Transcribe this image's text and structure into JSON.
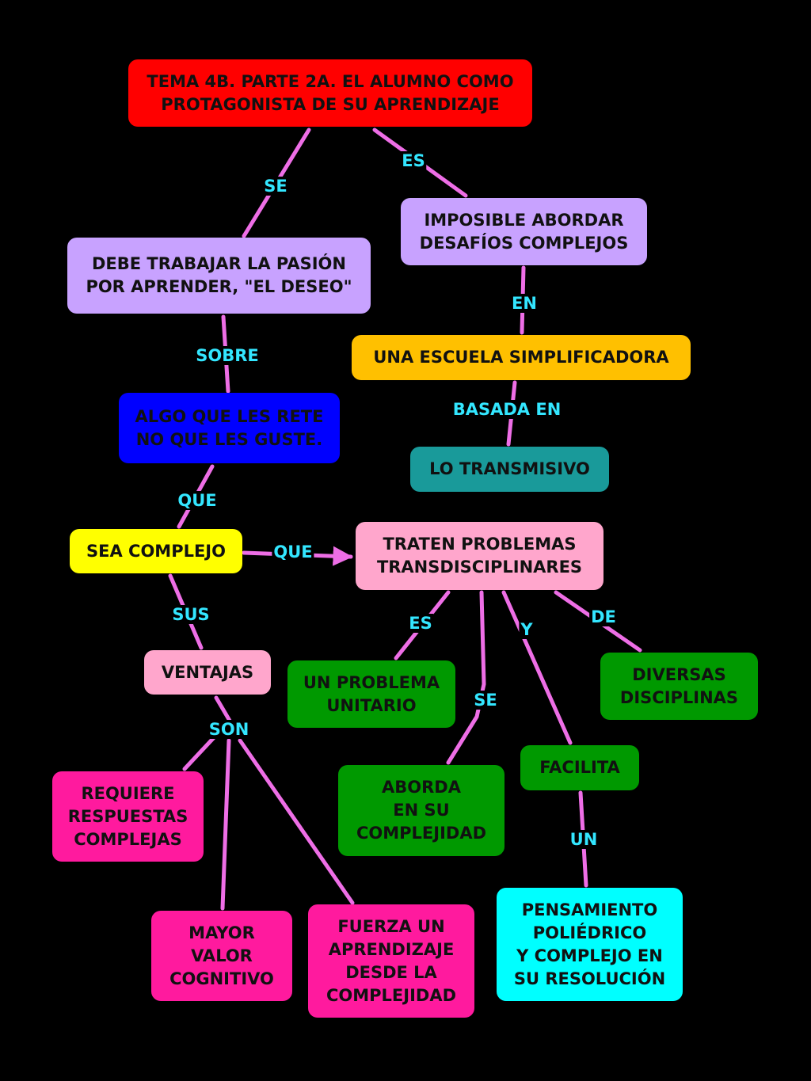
{
  "diagram": {
    "colors": {
      "connector": "#ee6ee6",
      "label_text": "#33e6ff",
      "background": "#000000"
    },
    "nodes": [
      {
        "id": "title",
        "text": "TEMA 4B. PARTE 2A. EL ALUMNO COMO\nPROTAGONISTA DE SU APRENDIZAJE",
        "fill": "#ff0000"
      },
      {
        "id": "pasion",
        "text": "DEBE TRABAJAR LA PASIÓN\nPOR APRENDER, \"EL DESEO\"",
        "fill": "#c8a2ff"
      },
      {
        "id": "imposible",
        "text": "IMPOSIBLE ABORDAR\nDESAFÍOS COMPLEJOS",
        "fill": "#c8a2ff"
      },
      {
        "id": "escuela",
        "text": "UNA ESCUELA SIMPLIFICADORA",
        "fill": "#ffc000"
      },
      {
        "id": "transmisivo",
        "text": "LO TRANSMISIVO",
        "fill": "#199a9a"
      },
      {
        "id": "rete",
        "text": "ALGO QUE LES RETE\nNO QUE LES GUSTE.",
        "fill": "#0000ff"
      },
      {
        "id": "complejo",
        "text": "SEA COMPLEJO",
        "fill": "#ffff00"
      },
      {
        "id": "traten",
        "text": "TRATEN PROBLEMAS\nTRANSDISCIPLINARES",
        "fill": "#ffa6cc"
      },
      {
        "id": "ventajas",
        "text": "VENTAJAS",
        "fill": "#ffa6cc"
      },
      {
        "id": "unitario",
        "text": "UN PROBLEMA\nUNITARIO",
        "fill": "#009900"
      },
      {
        "id": "diversas",
        "text": "DIVERSAS\nDISCIPLINAS",
        "fill": "#009900"
      },
      {
        "id": "aborda",
        "text": "ABORDA\nEN SU\nCOMPLEJIDAD",
        "fill": "#009900"
      },
      {
        "id": "facilita",
        "text": "FACILITA",
        "fill": "#009900"
      },
      {
        "id": "requiere",
        "text": "REQUIERE\nRESPUESTAS\nCOMPLEJAS",
        "fill": "#ff1a9e"
      },
      {
        "id": "mayor",
        "text": "MAYOR\nVALOR\nCOGNITIVO",
        "fill": "#ff1a9e"
      },
      {
        "id": "fuerza",
        "text": "FUERZA UN\nAPRENDIZAJE\nDESDE LA\nCOMPLEJIDAD",
        "fill": "#ff1a9e"
      },
      {
        "id": "pensamiento",
        "text": "PENSAMIENTO\nPOLIÉDRICO\nY COMPLEJO EN\nSU RESOLUCIÓN",
        "fill": "#00ffff"
      }
    ],
    "edges": [
      {
        "from": "title",
        "to": "pasion",
        "label": "SE"
      },
      {
        "from": "title",
        "to": "imposible",
        "label": "ES"
      },
      {
        "from": "imposible",
        "to": "escuela",
        "label": "EN"
      },
      {
        "from": "escuela",
        "to": "transmisivo",
        "label": "BASADA EN"
      },
      {
        "from": "pasion",
        "to": "rete",
        "label": "SOBRE"
      },
      {
        "from": "rete",
        "to": "complejo",
        "label": "QUE"
      },
      {
        "from": "complejo",
        "to": "traten",
        "label": "QUE",
        "arrow": true
      },
      {
        "from": "complejo",
        "to": "ventajas",
        "label": "SUS"
      },
      {
        "from": "traten",
        "to": "unitario",
        "label": "ES"
      },
      {
        "from": "traten",
        "to": "aborda",
        "label": "SE"
      },
      {
        "from": "traten",
        "to": "facilita",
        "label": "Y"
      },
      {
        "from": "traten",
        "to": "diversas",
        "label": "DE"
      },
      {
        "from": "facilita",
        "to": "pensamiento",
        "label": "UN"
      },
      {
        "from": "ventajas",
        "to": "requiere",
        "label": "SON"
      },
      {
        "from": "ventajas",
        "to": "mayor",
        "label": ""
      },
      {
        "from": "ventajas",
        "to": "fuerza",
        "label": ""
      }
    ]
  }
}
